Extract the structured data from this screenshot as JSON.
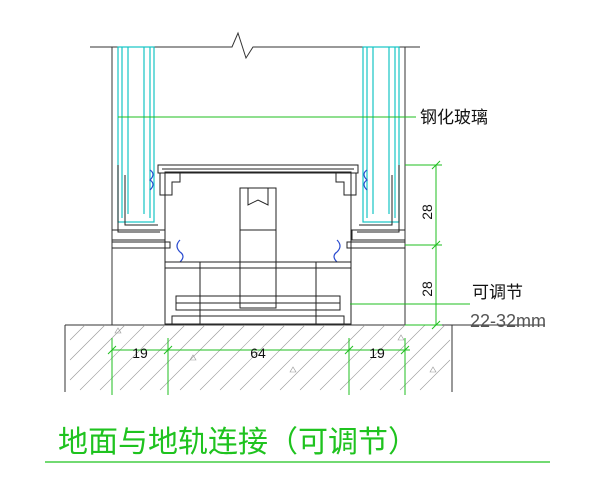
{
  "labels": {
    "glass": "钢化玻璃",
    "adjustable": "可调节",
    "range": "22-32mm"
  },
  "dimensions": {
    "upper_height": "28",
    "lower_height": "28",
    "left_width": "19",
    "center_width": "64",
    "right_width": "19"
  },
  "title": "地面与地轨连接（可调节）",
  "colors": {
    "glass": "#15c4c4",
    "title": "#1fc31f",
    "dimension": "#1fbf1f",
    "outline": "#222222"
  }
}
